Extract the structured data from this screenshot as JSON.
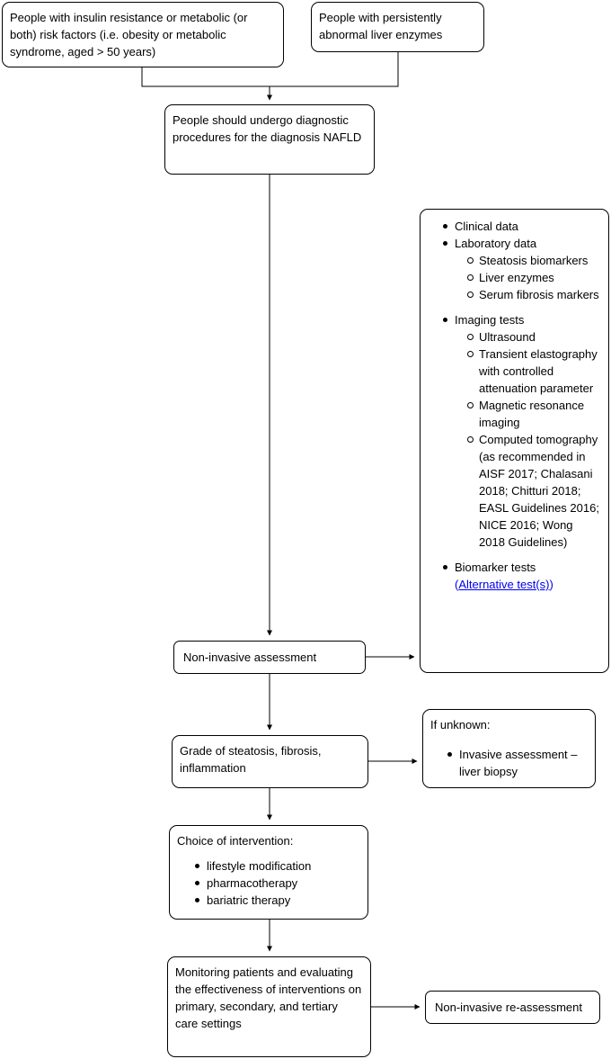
{
  "flowchart": {
    "colors": {
      "line": "#000000",
      "link": "#0000EE",
      "background": "#FFFFFF"
    },
    "boxes": {
      "risk_factors": {
        "text": "People with insulin resistance or metabolic (or both) risk factors (i.e. obesity or metabolic syndrome, aged > 50 years)"
      },
      "abnormal_enzymes": {
        "text": "People with persistently abnormal liver enzymes"
      },
      "diagnostic_procedures": {
        "text": "People should undergo diagnostic procedures for the diagnosis NAFLD"
      },
      "diagnostic_methods": {
        "items": [
          {
            "level": 1,
            "text": "Clinical data"
          },
          {
            "level": 1,
            "text": "Laboratory data"
          },
          {
            "level": 2,
            "text": "Steatosis biomarkers"
          },
          {
            "level": 2,
            "text": "Liver enzymes"
          },
          {
            "level": 2,
            "text": "Serum fibrosis markers"
          },
          {
            "level": 1,
            "text": "Imaging tests"
          },
          {
            "level": 2,
            "text": "Ultrasound"
          },
          {
            "level": 2,
            "text": "Transient elastography with controlled attenuation parameter"
          },
          {
            "level": 2,
            "text": "Magnetic resonance imaging"
          },
          {
            "level": 2,
            "text": "Computed tomography (as recommended in AISF 2017; Chalasani 2018; Chitturi 2018; EASL Guidelines 2016; NICE 2016; Wong 2018 Guidelines)"
          },
          {
            "level": 1,
            "text": "Biomarker tests"
          }
        ],
        "link": {
          "open_paren": "(",
          "label": "Alternative test(s)",
          "close_paren": ")"
        }
      },
      "non_invasive_assessment": {
        "text": "Non-invasive assessment"
      },
      "grade": {
        "text": "Grade of steatosis, fibrosis, inflammation"
      },
      "if_unknown": {
        "title": "If unknown:",
        "bullet": "Invasive assessment – liver biopsy"
      },
      "choice": {
        "title": "Choice of intervention:",
        "items": [
          "lifestyle modification",
          "pharmacotherapy",
          "bariatric therapy"
        ]
      },
      "monitoring": {
        "text": "Monitoring patients and evaluating the effectiveness of interventions on primary, secondary, and tertiary care settings"
      },
      "re_assessment": {
        "text": "Non-invasive re-assessment"
      }
    }
  }
}
